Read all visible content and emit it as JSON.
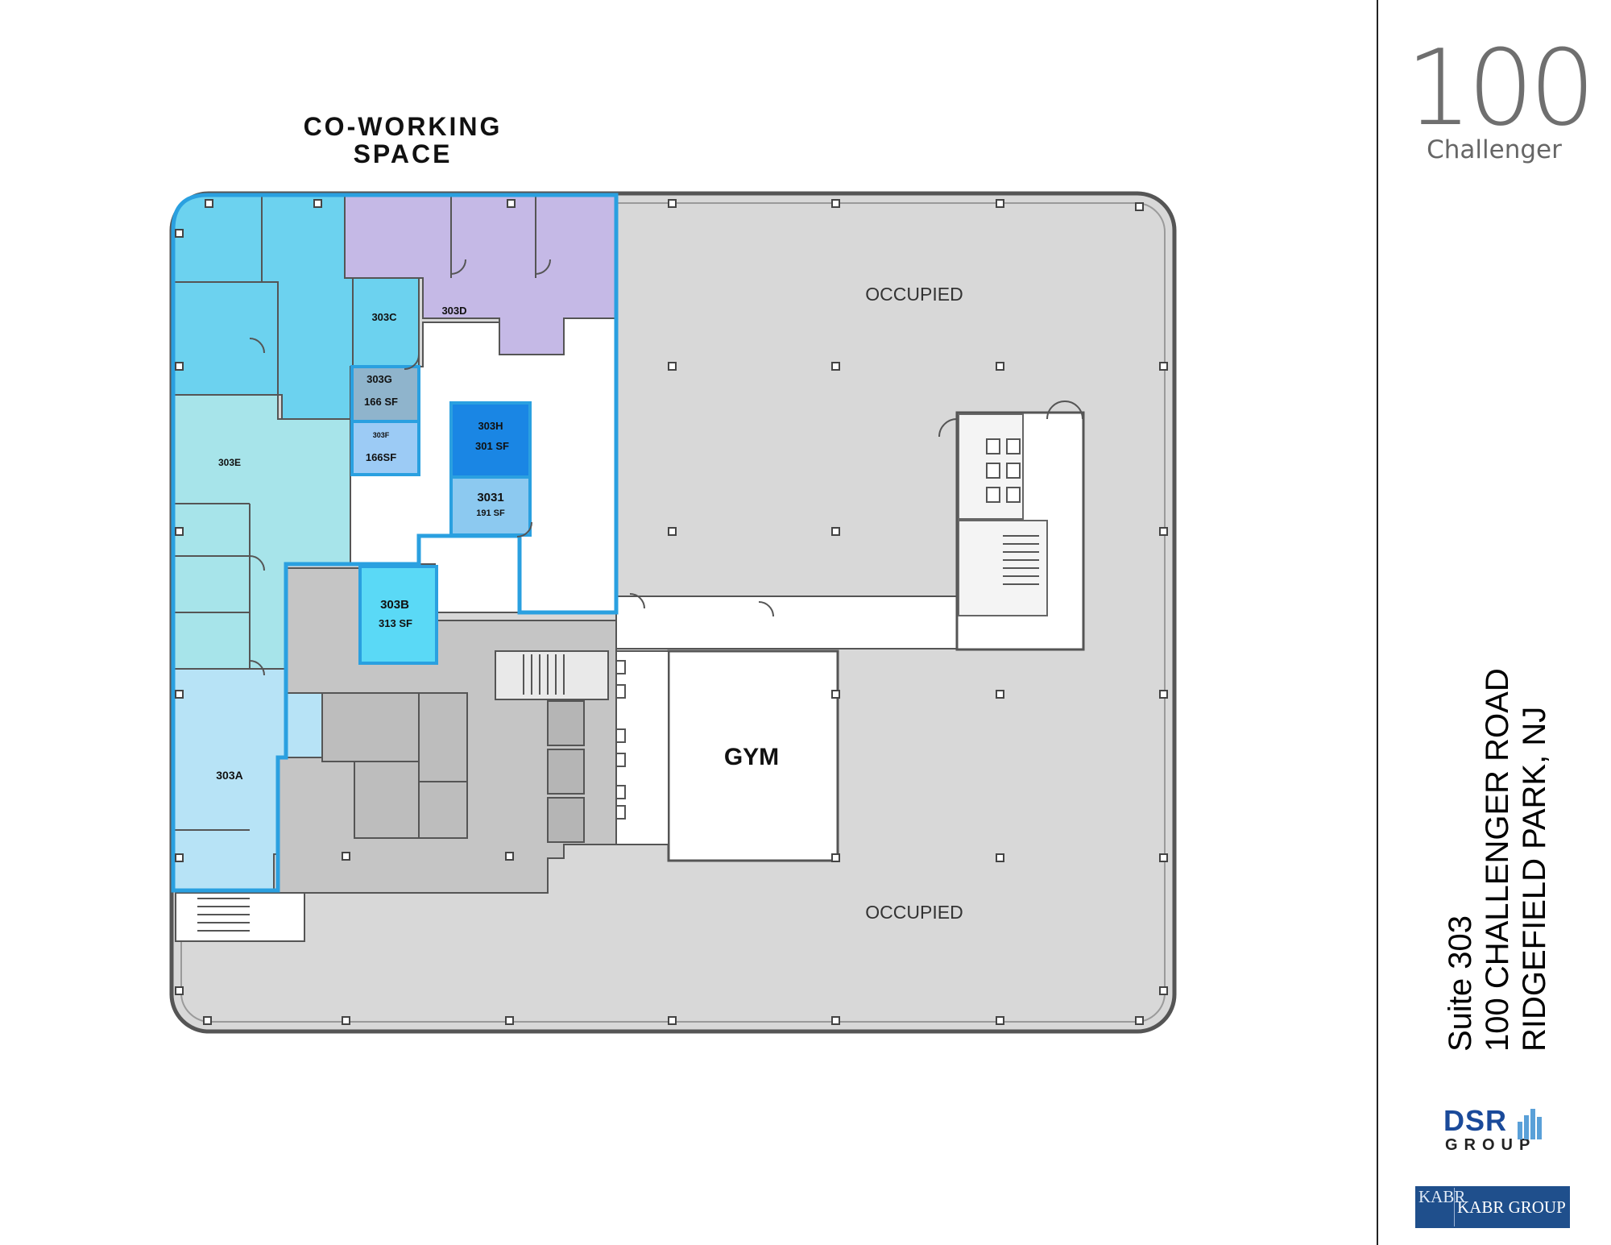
{
  "heading": {
    "line1": "CO-WORKING",
    "line2": "SPACE"
  },
  "brand": {
    "number": "100",
    "name": "Challenger"
  },
  "address": {
    "suite": "Suite 303",
    "street": "100 CHALLENGER ROAD",
    "city": "RIDGEFIELD PARK, NJ"
  },
  "plan": {
    "occupied_label": "OCCUPIED",
    "gym_label": "GYM",
    "rooms": {
      "r303a": {
        "name": "303A"
      },
      "r303b": {
        "name": "303B",
        "area": "313 SF"
      },
      "r303c": {
        "name": "303C"
      },
      "r303d": {
        "name": "303D"
      },
      "r303e": {
        "name": "303E"
      },
      "r303f": {
        "name": "303F",
        "area": "166SF"
      },
      "r303g": {
        "name": "303G",
        "area": "166 SF"
      },
      "r303h": {
        "name": "303H",
        "area": "301 SF"
      },
      "r3031": {
        "name": "3031",
        "area": "191 SF"
      }
    },
    "colors": {
      "occupied": "#d8d8d8",
      "shared": "#c5c5c5",
      "teal": "#a7e4ea",
      "cyan": "#6cd2ef",
      "lavender": "#c5b9e6",
      "lightblue": "#b7e3f6",
      "highlight": "#2aa0e0"
    }
  },
  "logos": {
    "dsr_main": "DSR",
    "dsr_sub": "GROUP",
    "kabr_mono": "KABR",
    "kabr_text": "KABR GROUP"
  }
}
